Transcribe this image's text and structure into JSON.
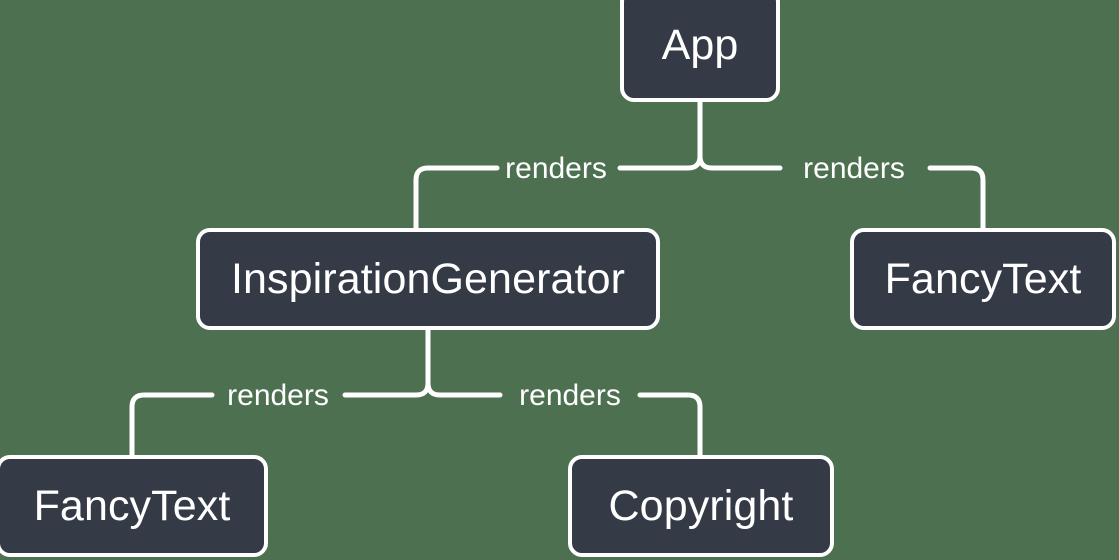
{
  "diagram": {
    "type": "component-tree",
    "background_color": "#4c7050",
    "node_fill_color": "#343a46",
    "node_border_color": "#ffffff",
    "node_text_color": "#ffffff",
    "edge_color": "#ffffff",
    "nodes": [
      {
        "id": "app",
        "label": "App"
      },
      {
        "id": "inspiration-generator",
        "label": "InspirationGenerator"
      },
      {
        "id": "fancy-text-right",
        "label": "FancyText"
      },
      {
        "id": "fancy-text-bottom",
        "label": "FancyText"
      },
      {
        "id": "copyright",
        "label": "Copyright"
      }
    ],
    "edges": [
      {
        "from": "app",
        "to": "inspiration-generator",
        "label": "renders"
      },
      {
        "from": "app",
        "to": "fancy-text-right",
        "label": "renders"
      },
      {
        "from": "inspiration-generator",
        "to": "fancy-text-bottom",
        "label": "renders"
      },
      {
        "from": "inspiration-generator",
        "to": "copyright",
        "label": "renders"
      }
    ]
  }
}
